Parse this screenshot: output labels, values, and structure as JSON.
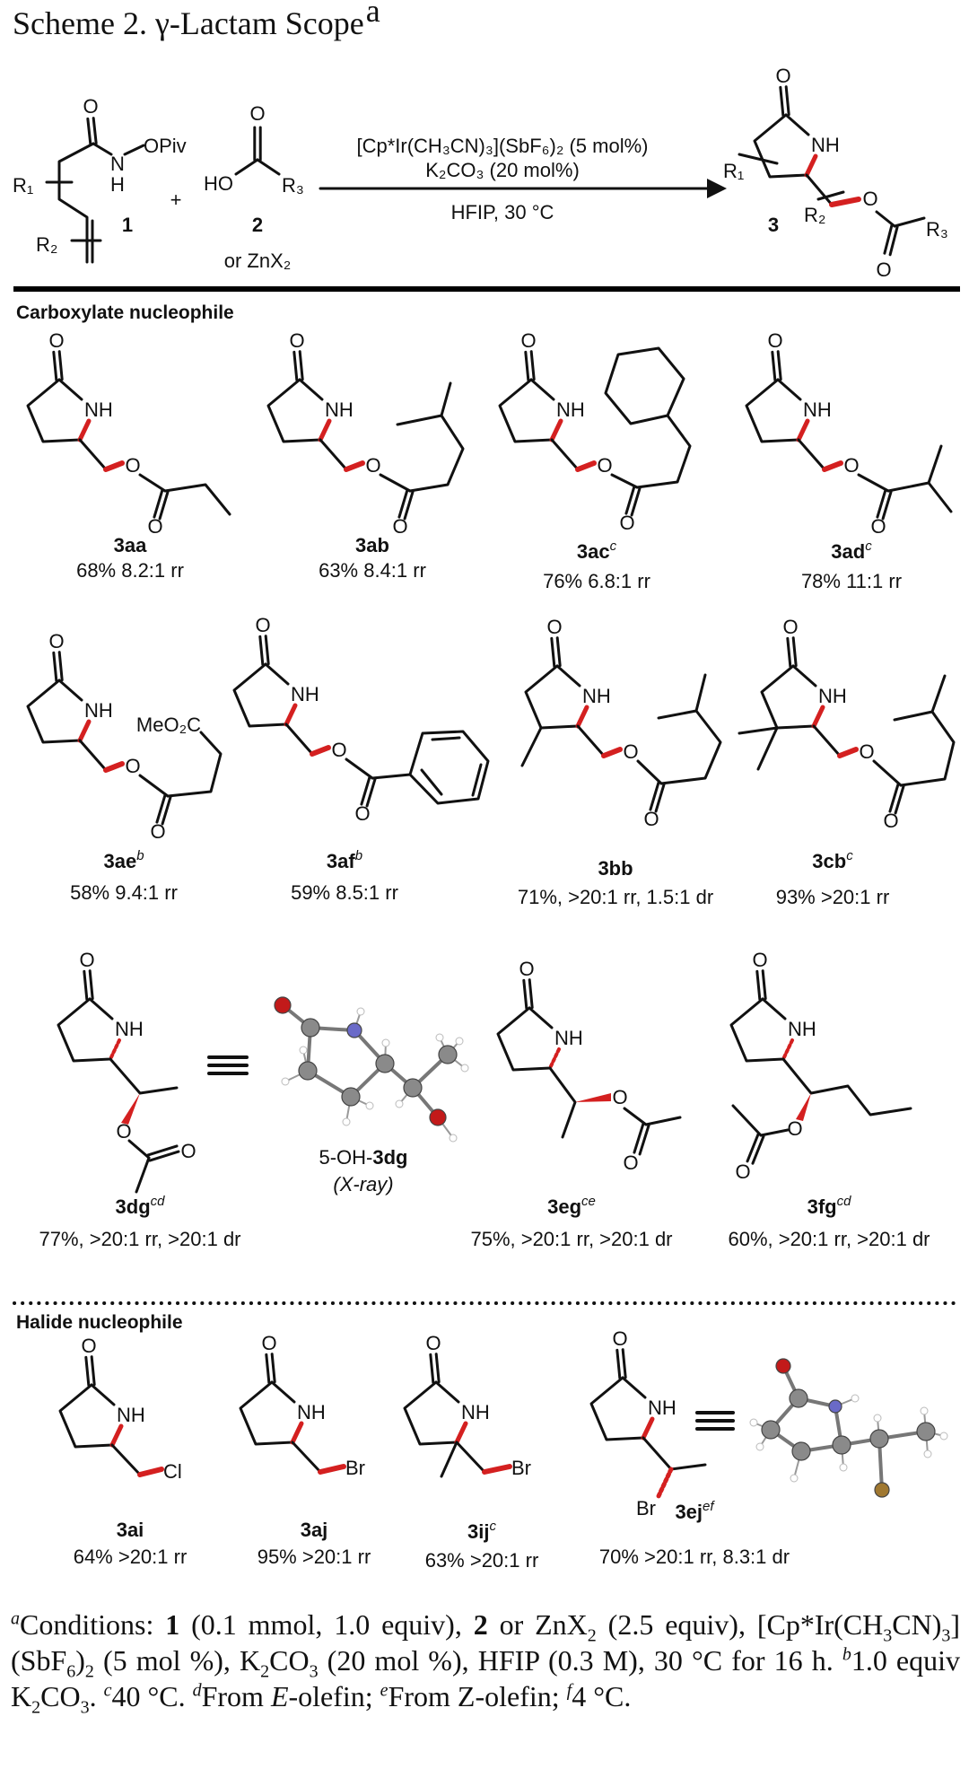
{
  "title": {
    "text": "Scheme 2. γ-Lactam Scope",
    "sup": "a"
  },
  "scheme": {
    "reactant1": {
      "o": "O",
      "n": "N",
      "h": "H",
      "opiv": "OPiv",
      "r1": "R₁",
      "r2": "R₂",
      "label": "1"
    },
    "plus": "+",
    "reactant2": {
      "o": "O",
      "ho": "HO",
      "r3": "R₃",
      "label": "2",
      "alt": "or ZnX₂"
    },
    "conditions": [
      "[Cp*Ir(CH₃CN)₃](SbF₆)₂ (5 mol%)",
      "K₂CO₃ (20 mol%)",
      "HFIP, 30 °C"
    ],
    "product": {
      "o": "O",
      "nh": "NH",
      "r1": "R₁",
      "r2": "R₂",
      "r3": "R₃",
      "o2": "O",
      "o3": "O",
      "label": "3"
    }
  },
  "sections": {
    "carboxylate": "Carboxylate nucleophile",
    "halide": "Halide nucleophile"
  },
  "atoms": {
    "O": "O",
    "NH": "NH",
    "Cl": "Cl",
    "Br": "Br",
    "MeO2C": "MeO₂C"
  },
  "xray_label": {
    "name_prefix": "5-OH-",
    "name_bold": "3dg",
    "note": "(X-ray)"
  },
  "compounds": [
    {
      "id": "3aa",
      "sup": "",
      "yield": "68% 8.2:1 rr"
    },
    {
      "id": "3ab",
      "sup": "",
      "yield": "63% 8.4:1 rr"
    },
    {
      "id": "3ac",
      "sup": "c",
      "yield": "76% 6.8:1 rr"
    },
    {
      "id": "3ad",
      "sup": "c",
      "yield": "78% 11:1 rr"
    },
    {
      "id": "3ae",
      "sup": "b",
      "yield": "58% 9.4:1 rr"
    },
    {
      "id": "3af",
      "sup": "b",
      "yield": "59% 8.5:1 rr"
    },
    {
      "id": "3bb",
      "sup": "",
      "yield": "71%, >20:1 rr, 1.5:1 dr"
    },
    {
      "id": "3cb",
      "sup": "c",
      "yield": "93% >20:1 rr"
    },
    {
      "id": "3dg",
      "sup": "cd",
      "yield": "77%, >20:1 rr, >20:1 dr"
    },
    {
      "id": "3eg",
      "sup": "ce",
      "yield": "75%, >20:1 rr, >20:1 dr"
    },
    {
      "id": "3fg",
      "sup": "cd",
      "yield": "60%, >20:1 rr, >20:1 dr"
    },
    {
      "id": "3ai",
      "sup": "",
      "yield": "64% >20:1 rr"
    },
    {
      "id": "3aj",
      "sup": "",
      "yield": "95% >20:1 rr"
    },
    {
      "id": "3ij",
      "sup": "c",
      "yield": "63% >20:1 rr"
    },
    {
      "id": "3ej",
      "sup": "ef",
      "yield": "70% >20:1 rr, 8.3:1 dr"
    }
  ],
  "colors": {
    "bond": "#111111",
    "new_bond": "#d42020",
    "title_sup": "#2a4e9c",
    "xray_c": "#8a8a8a",
    "xray_o": "#c21a1a",
    "xray_n": "#6a6ac8",
    "xray_br": "#a07830"
  },
  "footnote": [
    {
      "t": "a",
      "s": "sup"
    },
    {
      "t": "Conditions: "
    },
    {
      "t": "1",
      "s": "b"
    },
    {
      "t": " (0.1 mmol, 1.0 equiv), "
    },
    {
      "t": "2",
      "s": "b"
    },
    {
      "t": " or ZnX"
    },
    {
      "t": "2",
      "s": "sub"
    },
    {
      "t": " (2.5 equiv), [Cp*Ir(CH"
    },
    {
      "t": "3",
      "s": "sub"
    },
    {
      "t": "CN)"
    },
    {
      "t": "3",
      "s": "sub"
    },
    {
      "t": "](SbF"
    },
    {
      "t": "6",
      "s": "sub"
    },
    {
      "t": ")"
    },
    {
      "t": "2",
      "s": "sub"
    },
    {
      "t": " (5 mol %), K"
    },
    {
      "t": "2",
      "s": "sub"
    },
    {
      "t": "CO"
    },
    {
      "t": "3",
      "s": "sub"
    },
    {
      "t": " (20 mol %), HFIP (0.3 M), 30 °C for 16 h. "
    },
    {
      "t": "b",
      "s": "sup"
    },
    {
      "t": "1.0 equiv K"
    },
    {
      "t": "2",
      "s": "sub"
    },
    {
      "t": "CO"
    },
    {
      "t": "3",
      "s": "sub"
    },
    {
      "t": ". "
    },
    {
      "t": "c",
      "s": "sup"
    },
    {
      "t": "40 °C. "
    },
    {
      "t": "d",
      "s": "sup"
    },
    {
      "t": "From "
    },
    {
      "t": "E",
      "s": "i"
    },
    {
      "t": "-olefin; "
    },
    {
      "t": "e",
      "s": "sup"
    },
    {
      "t": "From Z-olefin; "
    },
    {
      "t": "f",
      "s": "sup"
    },
    {
      "t": "4 °C."
    }
  ]
}
